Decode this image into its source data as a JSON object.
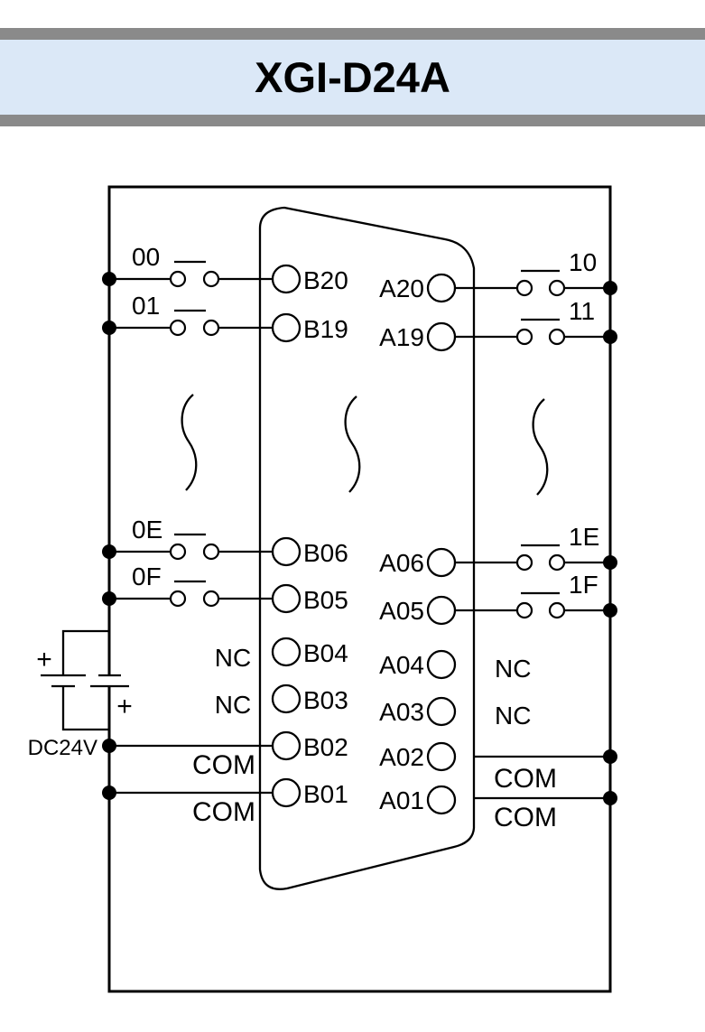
{
  "header": {
    "title": "XGI-D24A"
  },
  "colors": {
    "header_bg": "#dbe8f7",
    "header_bar": "#8a8a8a",
    "line": "#000000",
    "text": "#000000"
  },
  "diagram": {
    "pins_b": [
      "B20",
      "B19",
      "B06",
      "B05",
      "B04",
      "B03",
      "B02",
      "B01"
    ],
    "pins_a": [
      "A20",
      "A19",
      "A06",
      "A05",
      "A04",
      "A03",
      "A02",
      "A01"
    ],
    "switches_left": [
      "00",
      "01",
      "0E",
      "0F"
    ],
    "switches_right": [
      "10",
      "11",
      "1E",
      "1F"
    ],
    "nc": "NC",
    "com": "COM",
    "power": "DC24V",
    "plus": "+"
  }
}
